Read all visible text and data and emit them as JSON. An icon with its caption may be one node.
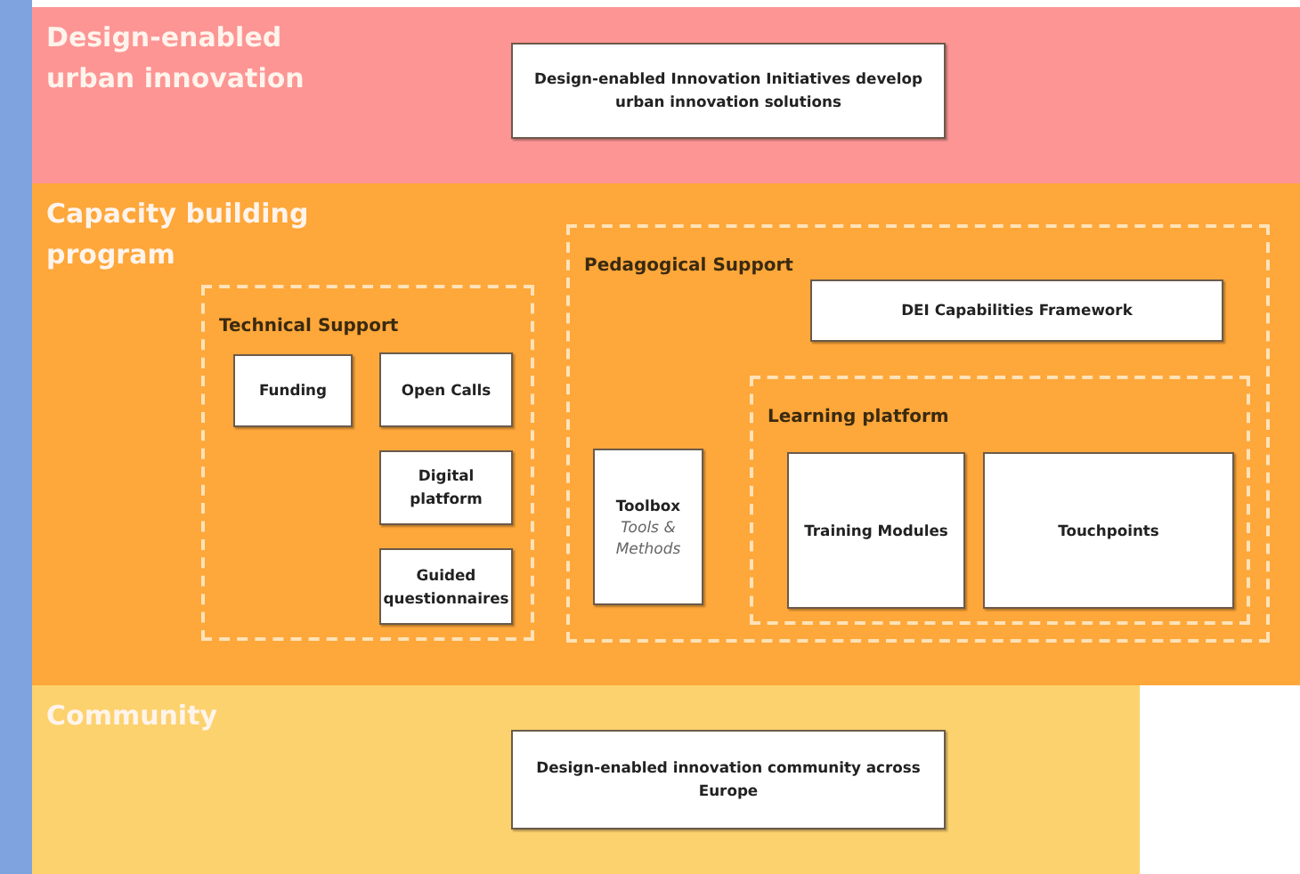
{
  "diagram": {
    "nodes": [
      {
        "text": [
          "Design-enabled urban innovation"
        ]
      },
      {
        "text": [
          "Design-enabled Innovation Initiatives develop urban innovation solutions"
        ],
        "in": 0
      },
      {
        "text": [
          "Capacity building program"
        ]
      },
      {
        "text": [
          "Technical Support"
        ],
        "in": 2
      },
      {
        "text": [
          "Funding"
        ],
        "in": 3
      },
      {
        "text": [
          "Open Calls"
        ],
        "in": 3
      },
      {
        "text": [
          "Digital platform"
        ],
        "in": 3
      },
      {
        "text": [
          "Guided questionnaires"
        ],
        "in": 3
      },
      {
        "text": [
          "Pedagogical Support"
        ],
        "in": 2
      },
      {
        "text": [
          "DEI Capabilities Framework"
        ],
        "in": 8
      },
      {
        "text": [
          "Toolbox",
          "Tools & Methods"
        ],
        "in": 8
      },
      {
        "text": [
          "Learning platform"
        ],
        "in": 8
      },
      {
        "text": [
          "Training Modules"
        ],
        "in": 11
      },
      {
        "text": [
          "Touchpoints"
        ],
        "in": 11
      },
      {
        "text": [
          "Community"
        ]
      },
      {
        "text": [
          "Design-enabled innovation community across Europe"
        ],
        "in": 14
      }
    ]
  }
}
